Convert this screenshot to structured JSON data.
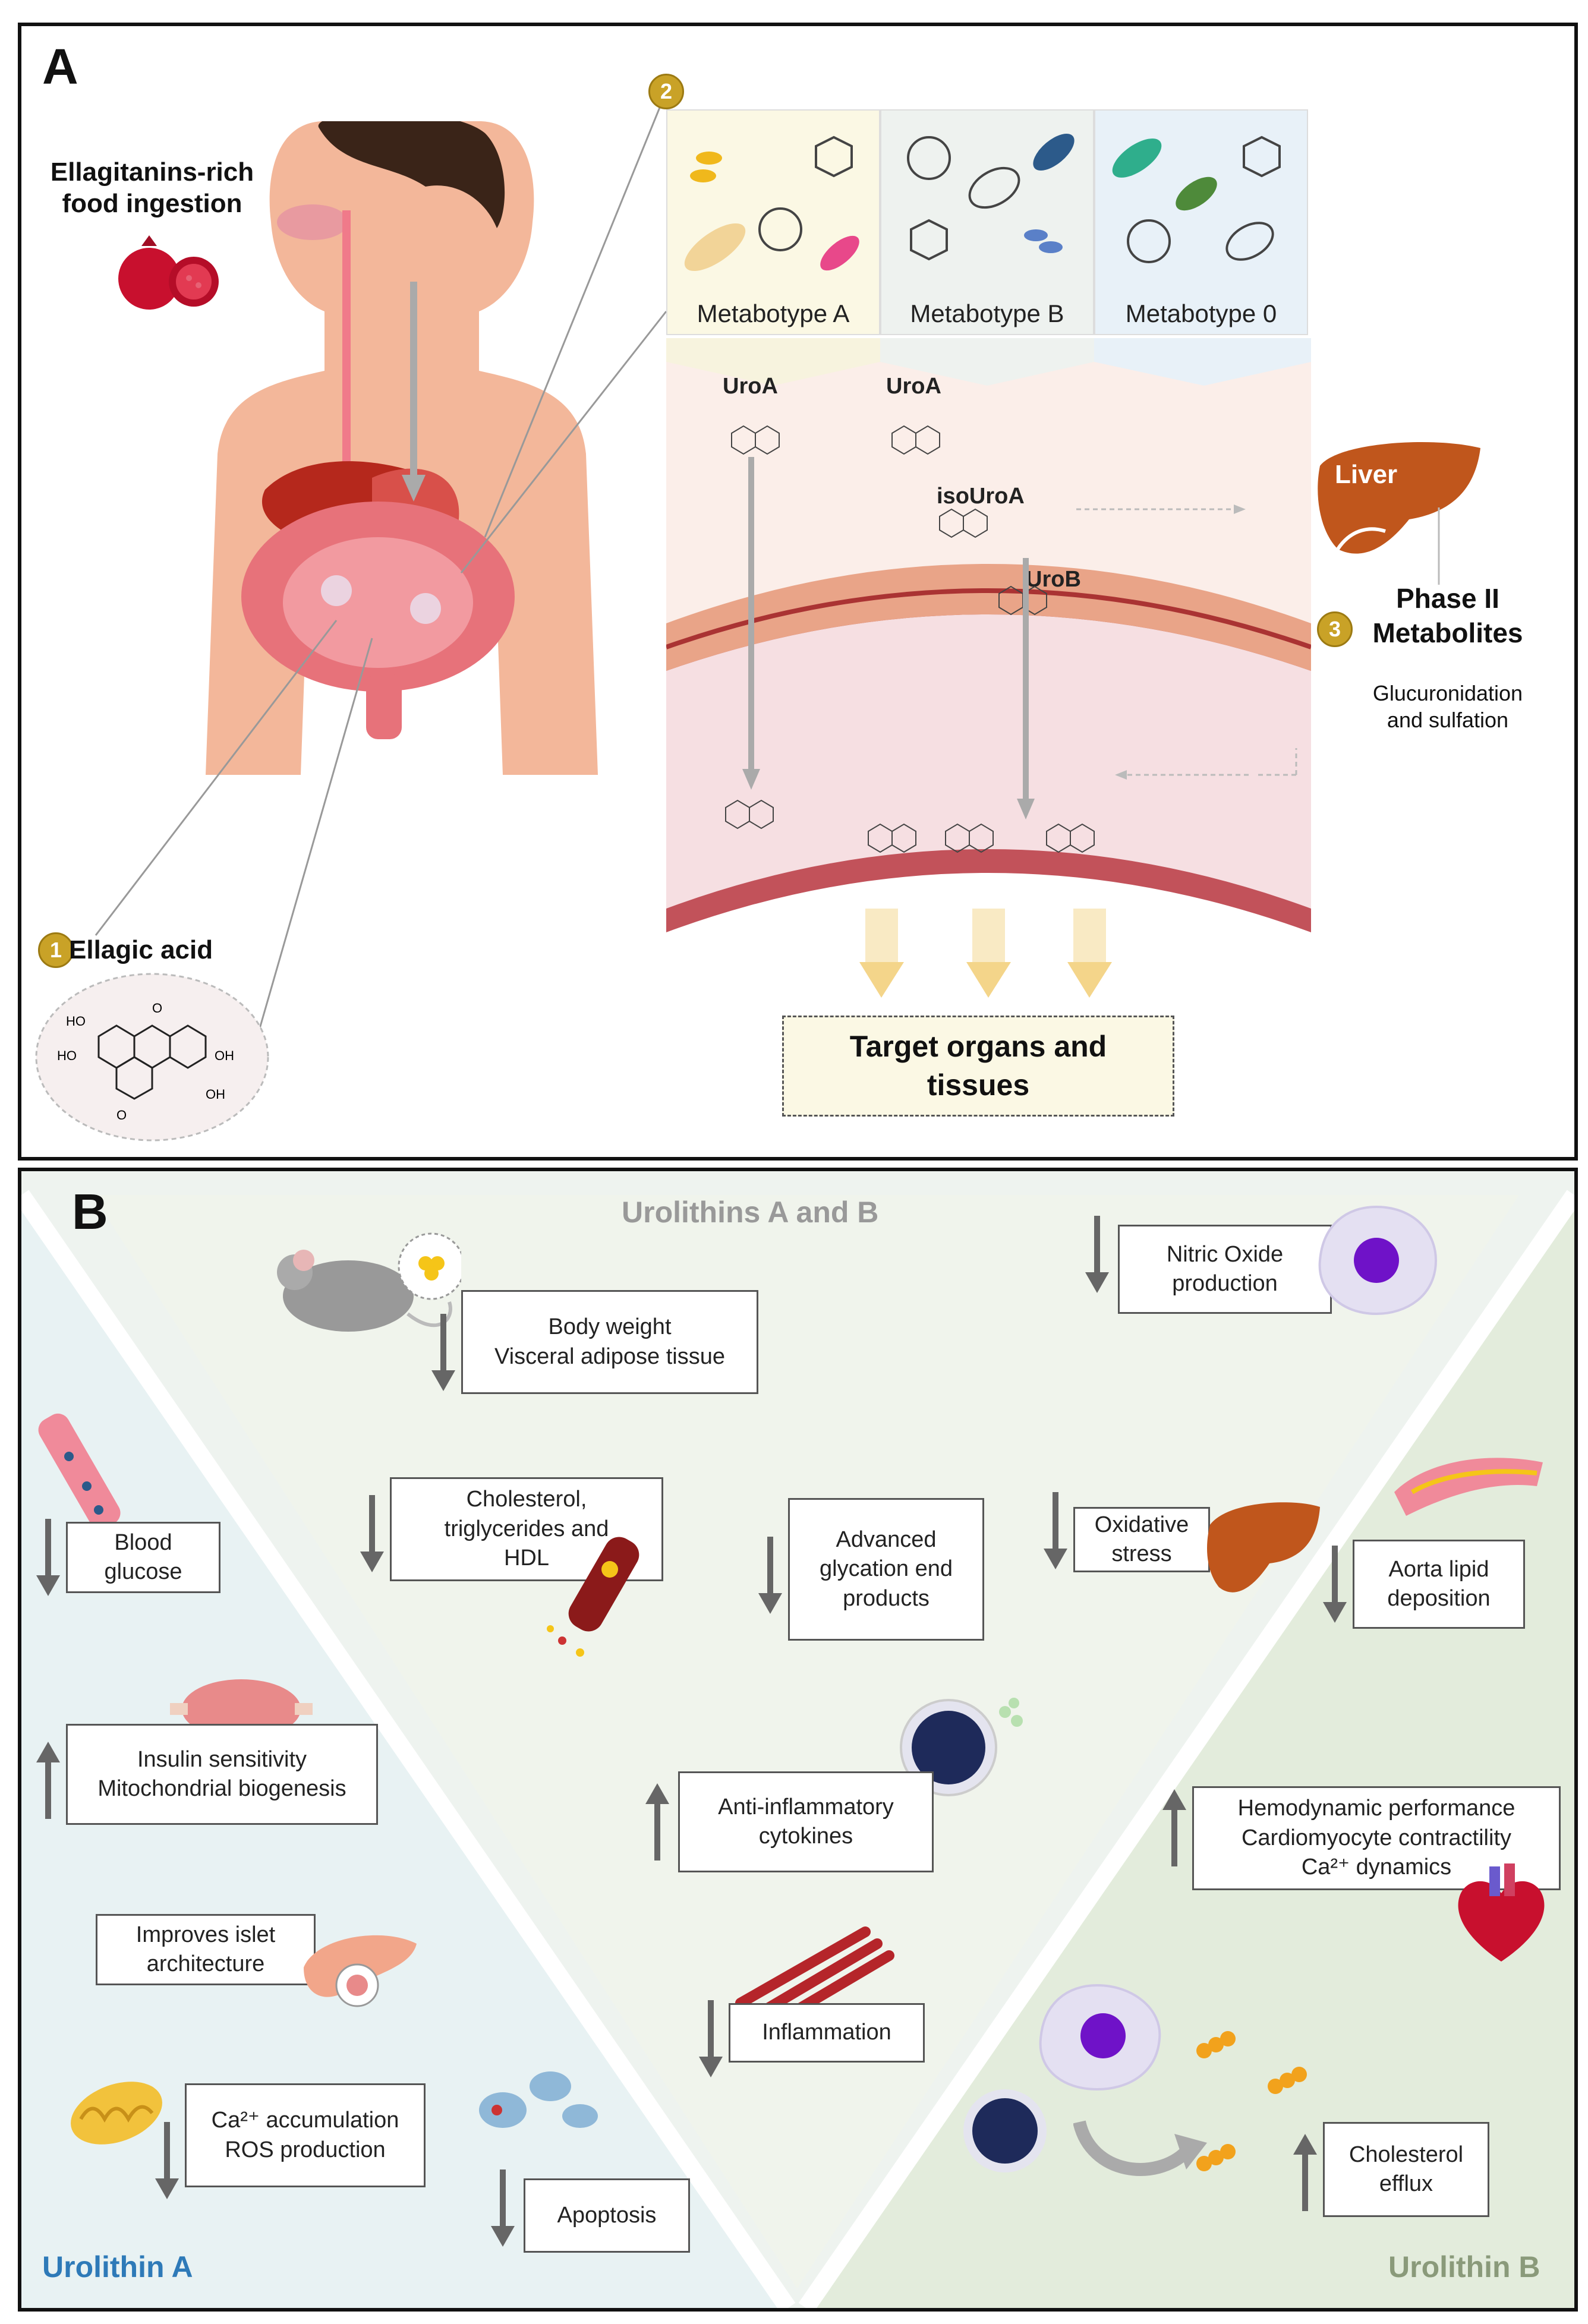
{
  "panel_a": {
    "label": "A",
    "food_title": "Ellagitanins-rich\nfood ingestion",
    "step1_num": "1",
    "step1_title": "Ellagic acid",
    "step2_num": "2",
    "step3_num": "3",
    "metabotypes": [
      "Metabotype A",
      "Metabotype B",
      "Metabotype 0"
    ],
    "uro_labels": {
      "uroa_1": "UroA",
      "uroa_2": "UroA",
      "isouroa": "isoUroA",
      "urob": "UroB"
    },
    "liver": "Liver",
    "phase2": "Phase II\nMetabolites",
    "glucuronidation": "Glucuronidation\nand sulfation",
    "target": "Target organs and\ntissues"
  },
  "panel_b": {
    "label": "B",
    "title": "Urolithins A and B",
    "urolithin_a": "Urolithin A",
    "urolithin_b": "Urolithin B",
    "boxes": {
      "body_weight": "Body weight\nVisceral adipose tissue",
      "cholesterol": "Cholesterol,\ntriglycerides and\nHDL",
      "age": "Advanced\nglycation end\nproducts",
      "anti_inflam": "Anti-inflammatory\ncytokines",
      "inflammation": "Inflammation",
      "nitric": "Nitric Oxide\nproduction",
      "oxidative": "Oxidative\nstress",
      "aorta": "Aorta lipid\ndeposition",
      "hemodynamic": "Hemodynamic performance\nCardiomyocyte contractility\nCa²⁺ dynamics",
      "chol_efflux": "Cholesterol\nefflux",
      "blood_glucose": "Blood\nglucose",
      "insulin": "Insulin sensitivity\nMitochondrial biogenesis",
      "islet": "Improves islet\narchitecture",
      "ca_ros": "Ca²⁺ accumulation\nROS production",
      "apoptosis": "Apoptosis"
    }
  },
  "colors": {
    "urolithin_a": "#2e7ab8",
    "urolithin_b": "#8a9a7a",
    "gold": "#c9a227"
  }
}
